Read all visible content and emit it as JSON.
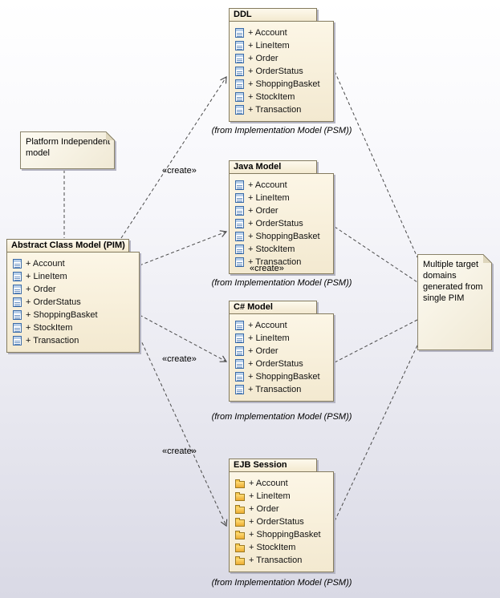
{
  "colors": {
    "element_fill": "#f8efda",
    "element_border": "#847b5e",
    "shadow": "#b4b4c2",
    "class_icon_blue": "#3c6ca8",
    "folder_icon_yellow": "#edac32",
    "connector": "#4a4a4a"
  },
  "shared": {
    "from_label": "(from Implementation Model (PSM))"
  },
  "notes": {
    "platform_note": "Platform Independent model",
    "target_note": "Multiple target domains generated from single PIM"
  },
  "connectors": {
    "create_labels": [
      "«create»",
      "«create»",
      "«create»",
      "«create»"
    ]
  },
  "packages": {
    "pim": {
      "title": "Abstract Class Model (PIM)",
      "items": [
        "+ Account",
        "+ LineItem",
        "+ Order",
        "+ OrderStatus",
        "+ ShoppingBasket",
        "+ StockItem",
        "+ Transaction"
      ]
    },
    "ddl": {
      "title": "DDL",
      "items": [
        "+ Account",
        "+ LineItem",
        "+ Order",
        "+ OrderStatus",
        "+ ShoppingBasket",
        "+ StockItem",
        "+ Transaction"
      ]
    },
    "java": {
      "title": "Java Model",
      "items": [
        "+ Account",
        "+ LineItem",
        "+ Order",
        "+ OrderStatus",
        "+ ShoppingBasket",
        "+ StockItem",
        "+ Transaction"
      ]
    },
    "csharp": {
      "title": "C# Model",
      "items": [
        "+ Account",
        "+ LineItem",
        "+ Order",
        "+ OrderStatus",
        "+ ShoppingBasket",
        "+ Transaction"
      ]
    },
    "ejb": {
      "title": "EJB Session",
      "items": [
        "+ Account",
        "+ LineItem",
        "+ Order",
        "+ OrderStatus",
        "+ ShoppingBasket",
        "+ StockItem",
        "+ Transaction"
      ]
    }
  }
}
